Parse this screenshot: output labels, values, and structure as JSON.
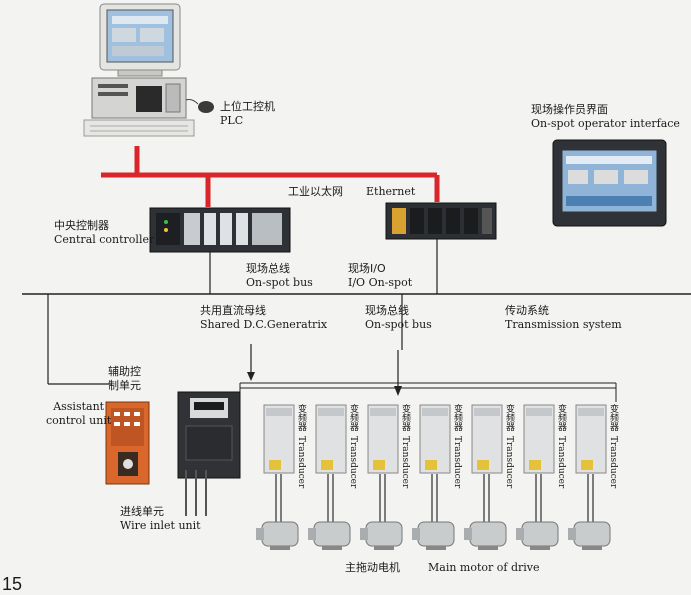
{
  "labels": {
    "plc_cn": "上位工控机",
    "plc_en": "PLC",
    "operator_cn": "现场操作员界面",
    "operator_en": "On-spot operator interface",
    "ethernet_cn": "工业以太网",
    "ethernet_en": "Ethernet",
    "central_cn": "中央控制器",
    "central_en": "Central controller",
    "fieldbus1_cn": "现场总线",
    "fieldbus1_en": "On-spot bus",
    "io_cn": "现场I/O",
    "io_en": "I/O On-spot",
    "dcbus_cn": "共用直流母线",
    "dcbus_en": "Shared D.C.Generatrix",
    "fieldbus2_cn": "现场总线",
    "fieldbus2_en": "On-spot bus",
    "transmission_cn": "传动系统",
    "transmission_en": "Transmission system",
    "aux_cn_line1": "辅助控",
    "aux_cn_line2": "制单元",
    "aux_en_line1": "Assistant",
    "aux_en_line2": "control unit",
    "inlet_cn": "进线单元",
    "inlet_en": "Wire inlet unit",
    "motor_cn": "主拖动电机",
    "motor_en": "Main motor of drive",
    "transducer_cn": "变频器",
    "transducer_en": "Transducer",
    "page_number": "15"
  },
  "colors": {
    "network_red": "#d8262b",
    "bus_black": "#222222",
    "device_gray": "#cfd2d4",
    "panel_orange": "#d9662a",
    "screen_blue": "#8fb4d8"
  }
}
